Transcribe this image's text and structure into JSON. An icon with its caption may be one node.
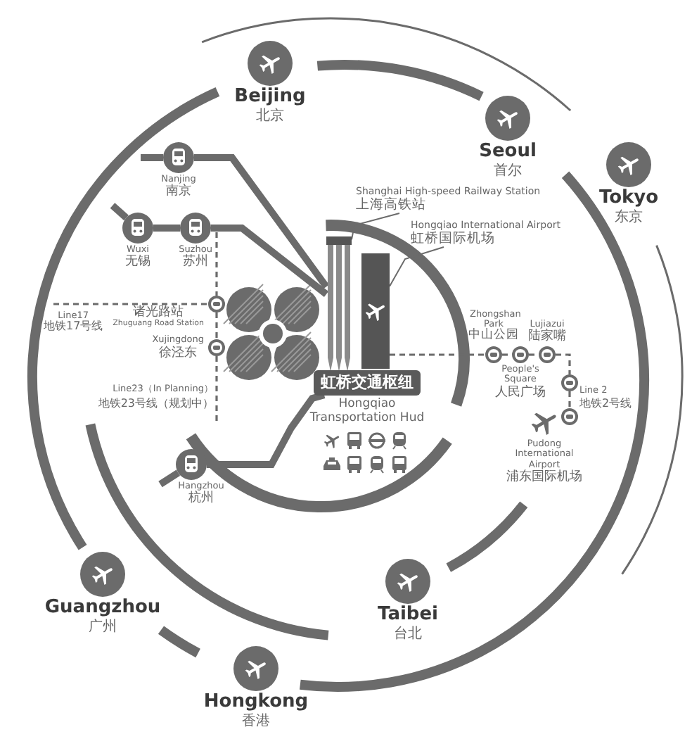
{
  "diagram": {
    "nodes": [
      {
        "text": [
          "Beijing",
          "北京"
        ]
      },
      {
        "text": [
          "Seoul",
          "首尔"
        ]
      },
      {
        "text": [
          "Tokyo",
          "东京"
        ]
      },
      {
        "text": [
          "Nanjing",
          "南京"
        ]
      },
      {
        "text": [
          "Wuxi",
          "无锡"
        ]
      },
      {
        "text": [
          "Suzhou",
          "苏州"
        ]
      },
      {
        "text": [
          "Shanghai High-speed Railway Station",
          "上海高铁站"
        ]
      },
      {
        "text": [
          "Hongqiao International Airport",
          "虹桥国际机场"
        ]
      },
      {
        "text": [],
        "shape": "box"
      },
      {
        "text": [],
        "shape": "box"
      },
      {
        "text": [
          "诸光路站",
          "Zhuguang Road Station"
        ]
      },
      {
        "text": [
          "Xujingdong",
          "徐泾东"
        ]
      },
      {
        "text": [
          "Zhongshan Park",
          "中山公园"
        ]
      },
      {
        "text": [
          "Lujiazui",
          "陆家嘴"
        ]
      },
      {
        "text": [
          "People's Square",
          "人民广场"
        ]
      },
      {
        "text": [],
        "shape": "circle"
      },
      {
        "text": [],
        "shape": "circle"
      },
      {
        "text": [
          "Pudong International Airport",
          "浦东国际机场"
        ]
      },
      {
        "text": [
          "虹桥交通枢纽",
          "Hongqiao Transportation Hud"
        ]
      },
      {
        "text": [
          "Hangzhou",
          "杭州"
        ]
      },
      {
        "text": [
          "Guangzhou",
          "广州"
        ]
      },
      {
        "text": [
          "Taibei",
          "台北"
        ]
      },
      {
        "text": [
          "Hongkong",
          "香港"
        ]
      },
      {
        "text": [
          "Line17",
          "地铁17号线"
        ]
      }
    ],
    "edges": [
      {
        "from": null,
        "to": 3,
        "arrow": "none",
        "style": "thick"
      },
      {
        "from": 3,
        "to": 8,
        "arrow": "none",
        "style": "thick"
      },
      {
        "from": null,
        "to": 4,
        "arrow": "none",
        "style": "thick"
      },
      {
        "from": 4,
        "to": 5,
        "arrow": "none",
        "style": "thick"
      },
      {
        "from": 5,
        "to": 8,
        "arrow": "none",
        "style": "thick"
      },
      {
        "from": 6,
        "to": 8,
        "arrow": "none"
      },
      {
        "from": 7,
        "to": 9,
        "arrow": "none"
      },
      {
        "from": 23,
        "to": 10,
        "arrow": "none",
        "style": "dashed"
      },
      {
        "from": 5,
        "to": 10,
        "arrow": "none",
        "style": "dashed"
      },
      {
        "from": 10,
        "to": 11,
        "arrow": "none",
        "style": "dashed"
      },
      {
        "from": 11,
        "to": null,
        "arrow": "none",
        "style": "dashed"
      },
      {
        "from": 9,
        "to": 12,
        "arrow": "none",
        "style": "dashed"
      },
      {
        "from": 12,
        "to": 14,
        "arrow": "none",
        "style": "dashed"
      },
      {
        "from": 14,
        "to": 13,
        "arrow": "none",
        "style": "dashed"
      },
      {
        "from": 13,
        "to": 15,
        "arrow": "none",
        "style": "dashed"
      },
      {
        "from": 15,
        "to": 16,
        "arrow": "none",
        "style": "dashed"
      },
      {
        "from": null,
        "to": 19,
        "arrow": "none",
        "style": "thick"
      },
      {
        "from": 19,
        "to": 18,
        "arrow": "none",
        "style": "thick"
      }
    ],
    "labels": [
      "Line23（In Planning）",
      "地铁23号线（规划中）",
      "Line 2",
      "地铁2号线"
    ]
  }
}
